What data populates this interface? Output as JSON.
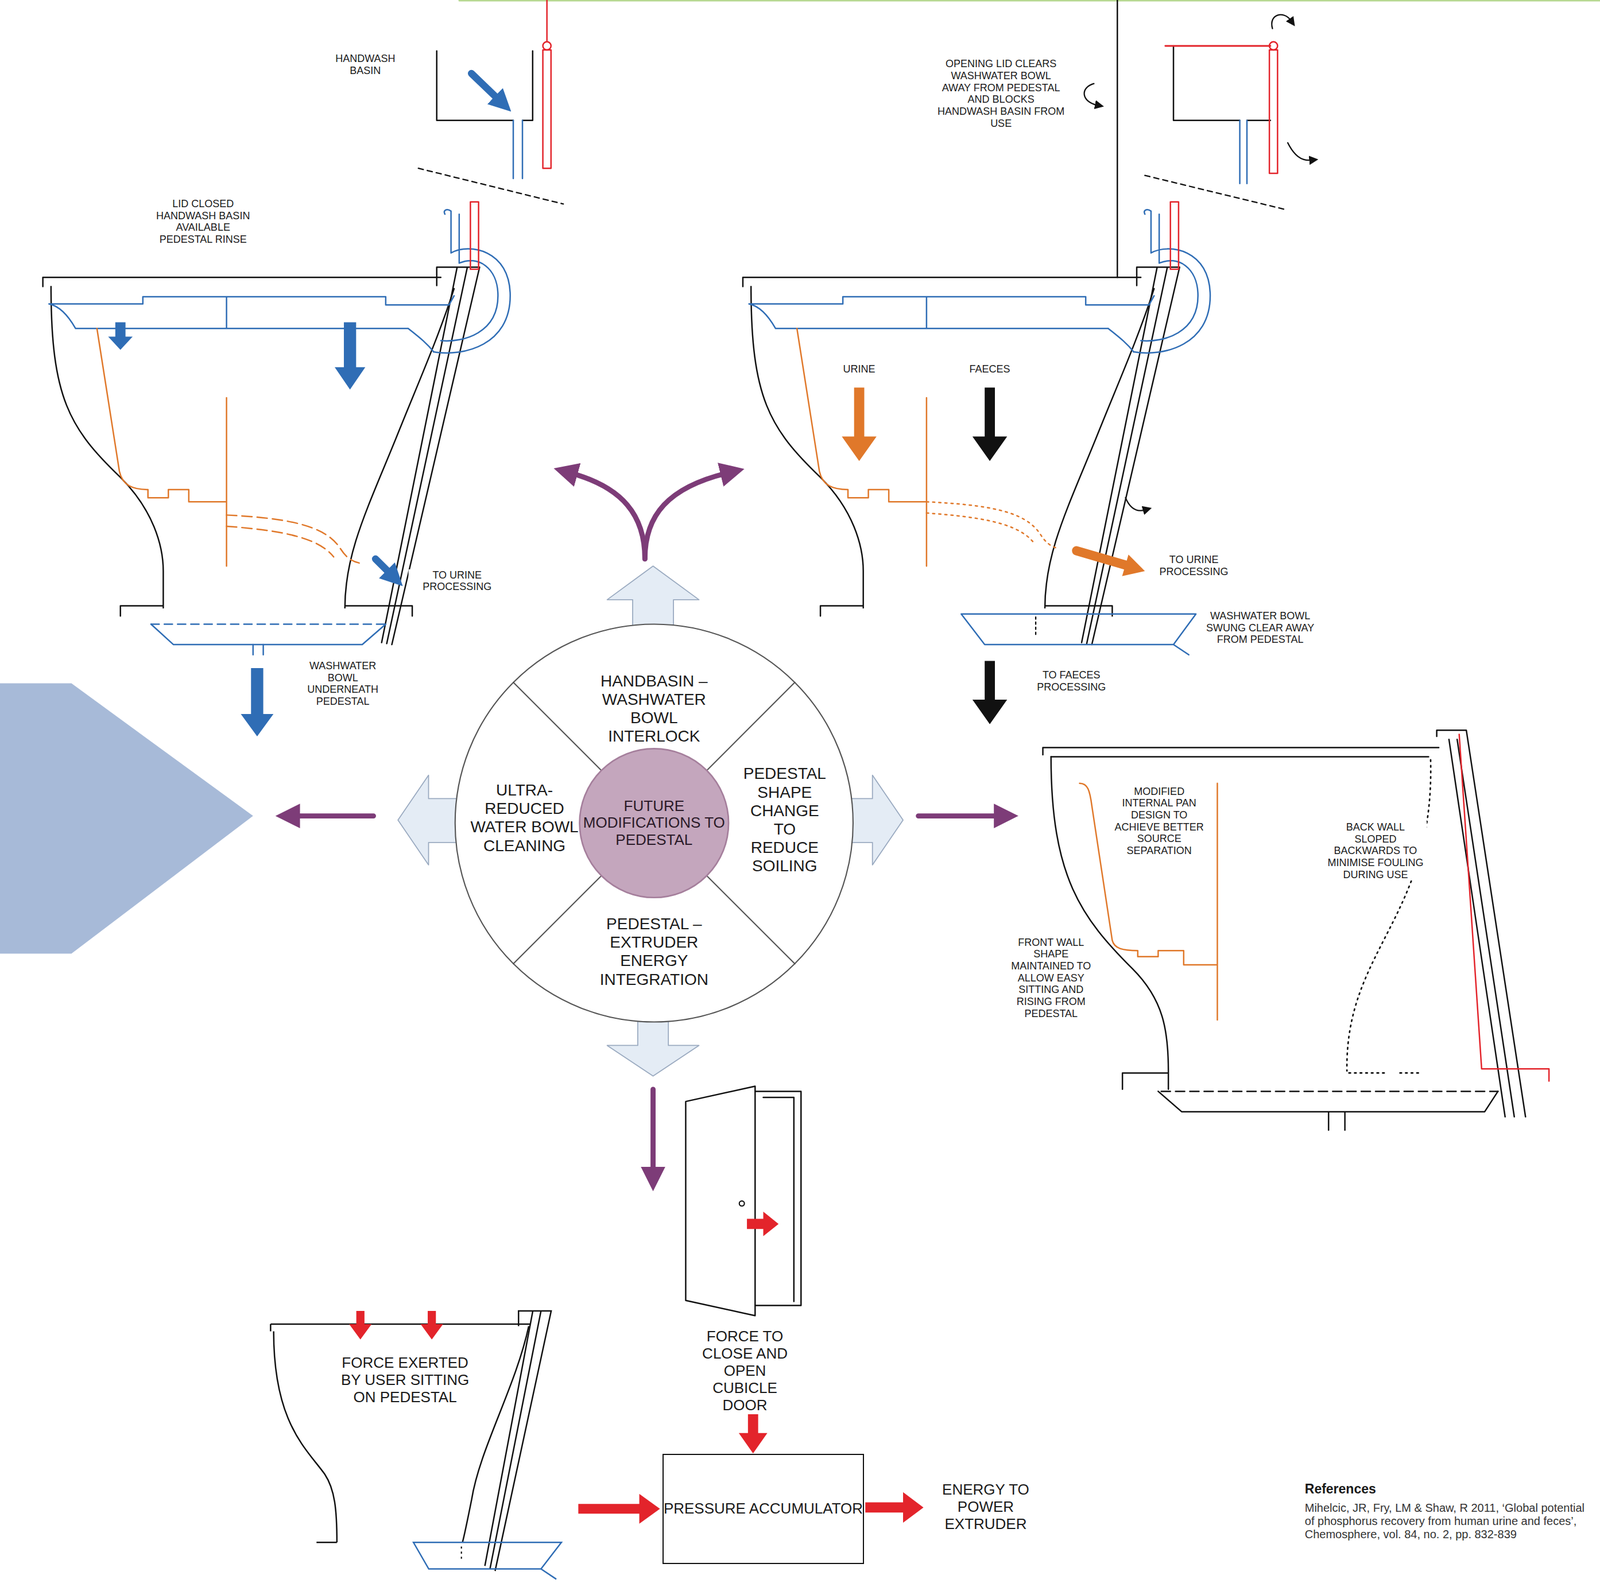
{
  "diagram": {
    "nodes": [
      {
        "text": [
          "HANDBASIN – WASHWATER BOWL INTERLOCK"
        ]
      },
      {
        "text": [
          "ULTRA- REDUCED WATER BOWL CLEANING"
        ]
      },
      {
        "text": [
          "FUTURE MODIFICATIONS TO PEDESTAL"
        ]
      },
      {
        "text": [
          "PEDESTAL SHAPE CHANGE TO REDUCE SOILING"
        ]
      },
      {
        "text": [
          "PEDESTAL – EXTRUDER ENERGY INTEGRATION"
        ]
      },
      {
        "text": [
          "FORCE EXERTED BY USER SITTING ON PEDESTAL"
        ]
      },
      {
        "text": [
          "PRESSURE ACCUMULATOR"
        ]
      }
    ],
    "edges": [
      {
        "from": 5,
        "to": 6,
        "arrow": "to"
      }
    ],
    "labels": [
      "HANDWASH BASIN",
      "LID CLOSED HANDWASH BASIN AVAILABLE PEDESTAL RINSE",
      "TO URINE PROCESSING",
      "WASHWATER BOWL UNDERNEATH PEDESTAL",
      "OPENING LID CLEARS WASHWATER BOWL AWAY FROM PEDESTAL AND BLOCKS HANDWASH BASIN FROM USE",
      "URINE",
      "FAECES",
      "TO URINE PROCESSING",
      "WASHWATER BOWL SWUNG CLEAR AWAY FROM PEDESTAL",
      "TO FAECES PROCESSING",
      "MODIFIED INTERNAL PAN DESIGN TO ACHIEVE BETTER SOURCE SEPARATION",
      "BACK WALL SLOPED BACKWARDS TO MINIMISE FOULING DURING USE",
      "FRONT WALL SHAPE MAINTAINED TO ALLOW EASY SITTING AND RISING FROM PEDESTAL",
      "FORCE TO CLOSE AND OPEN CUBICLE DOOR",
      "ENERGY TO POWER EXTRUDER",
      "References",
      "Mihelcic, JR, Fry, LM & Shaw, R 2011, ‘Global potential of phosphorus recovery from human urine and feces’, Chemosphere, vol. 84, no. 2, pp. 832-839"
    ]
  }
}
